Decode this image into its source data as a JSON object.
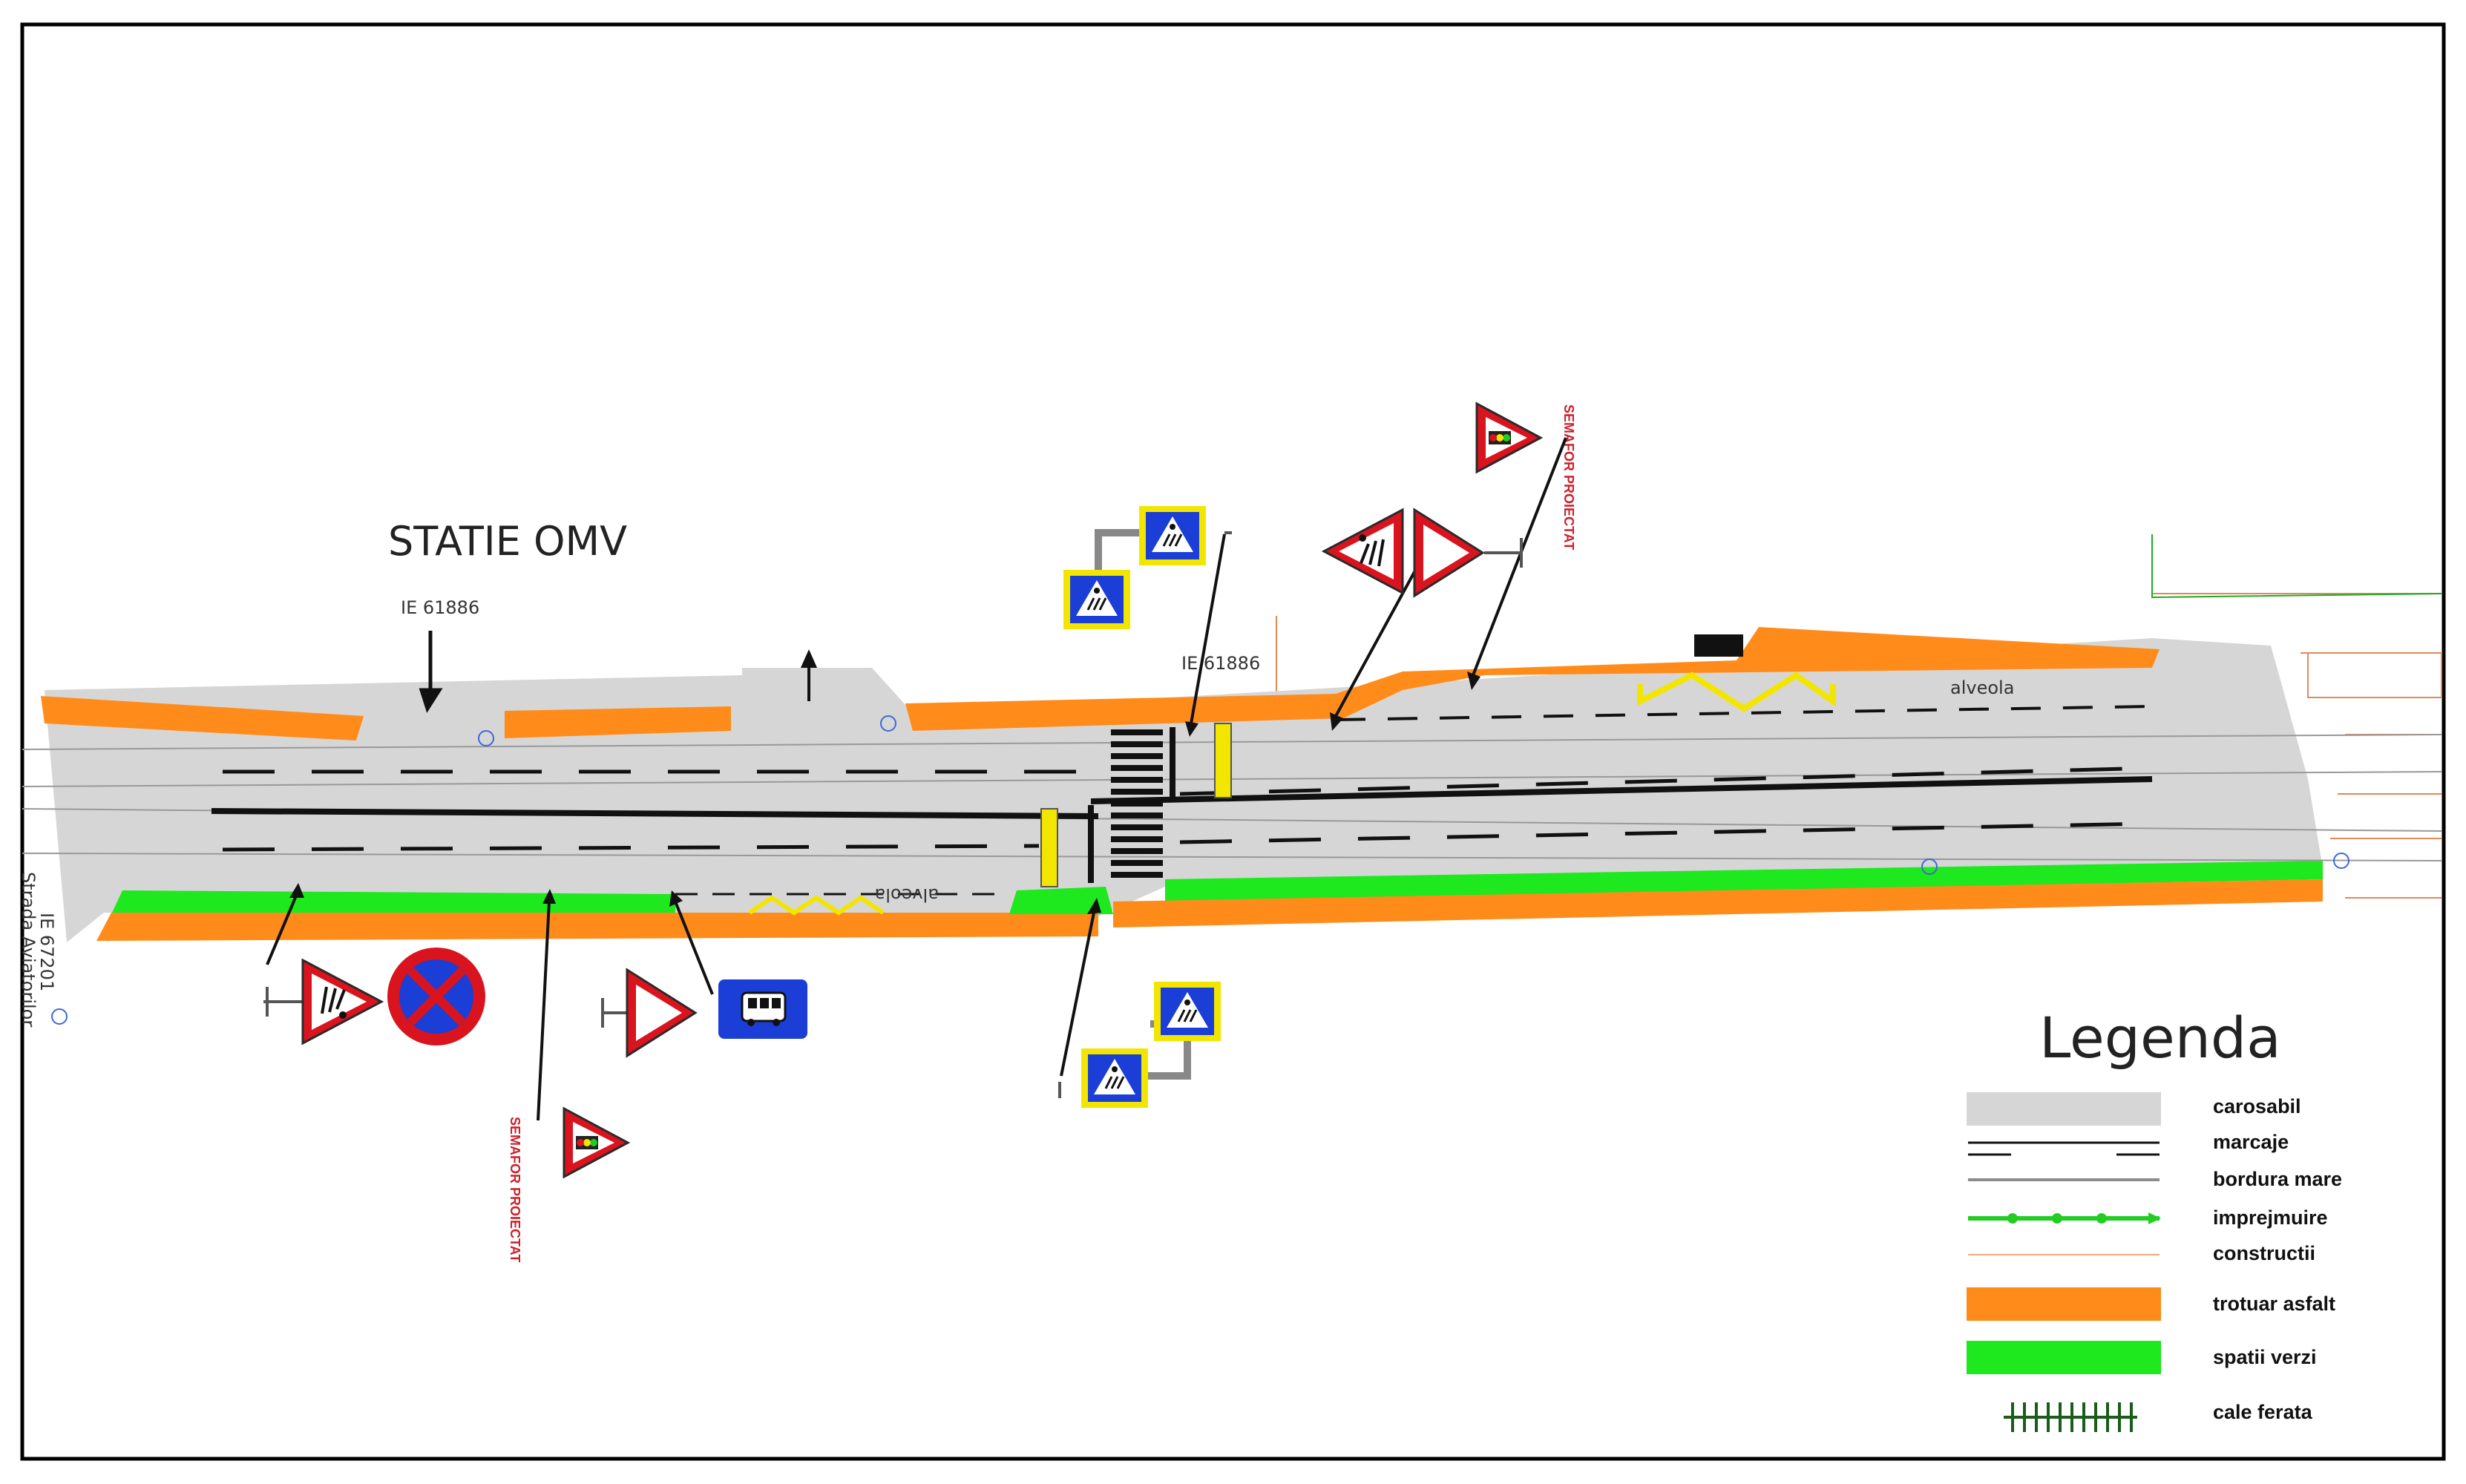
{
  "labels": {
    "statie": "STATIE OMV",
    "ie_top_left": "IE 61886",
    "ie_top_mid": "IE 61886",
    "ie_left_vertical": "IE 67201",
    "street_left_vertical": "Strada Aviatorilor",
    "alveola_top": "alveola",
    "alveola_bottom": "alveola",
    "semafor_top": "SEMAFOR PROIECTAT",
    "semafor_bottom": "SEMAFOR PROIECTAT"
  },
  "legend": {
    "title": "Legenda",
    "items": [
      {
        "label": "carosabil",
        "color": "#d6d6d6"
      },
      {
        "label": "marcaje",
        "color": "#000000"
      },
      {
        "label": "bordura mare",
        "color": "#8c8c8c"
      },
      {
        "label": "imprejmuire",
        "color": "#22cc22"
      },
      {
        "label": "constructii",
        "color": "#e8a87c"
      },
      {
        "label": "trotuar asfalt",
        "color": "#ff8c1a"
      },
      {
        "label": "spatii verzi",
        "color": "#22ee22"
      },
      {
        "label": "cale ferata",
        "color": "#1a5c1a"
      }
    ]
  },
  "colors": {
    "road": "#d6d6d6",
    "sidewalk": "#ff8c1a",
    "green": "#1ee81e",
    "marking": "#000000",
    "yellow": "#f2e600",
    "sign_red": "#d9141e",
    "sign_blue": "#1a3ed6"
  },
  "icons": [
    "warning-crossing-sign-icon",
    "no-stopping-sign-icon",
    "yield-sign-icon",
    "bus-stop-sign-icon",
    "traffic-light-warning-sign-icon",
    "pedestrian-crossing-sign-icon",
    "arrow-icon"
  ]
}
